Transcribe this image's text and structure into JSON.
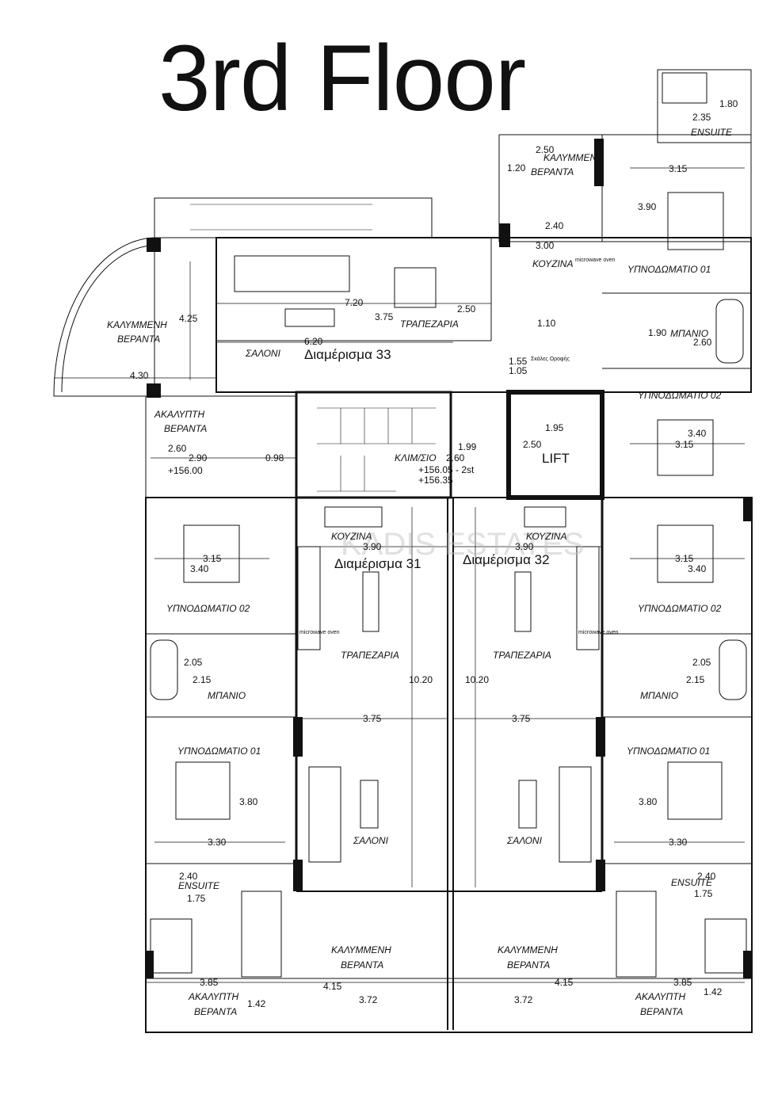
{
  "title": "3rd Floor",
  "apartments": {
    "a33": "Διαμέρισμα 33",
    "a31": "Διαμέρισμα 31",
    "a32": "Διαμέρισμα 32"
  },
  "rooms": {
    "kal_ver_left": "ΚΑΛΥΜΜΕΝΗ",
    "kal_ver_left2": "ΒΕΡΑΝΤΑ",
    "kal_ver_top": "ΚΑΛΥΜΜΕΝΗ",
    "kal_ver_top2": "ΒΕΡΑΝΤΑ",
    "ensuite_top": "ENSUITE",
    "kouzina_33": "ΚΟΥΖΙΝΑ",
    "trapezaria_33": "ΤΡΑΠΕΖΑΡΙΑ",
    "saloni_33": "ΣΑΛΟΝΙ",
    "ypno01_33": "ΥΠΝΟΔΩΜΑΤΙΟ 01",
    "mpanio_33": "ΜΠΑΝΙΟ",
    "ypno02_33": "ΥΠΝΟΔΩΜΑΤΙΟ 02",
    "akal_ver_left": "ΑΚΑΛΥΠΤΗ",
    "akal_ver_left2": "ΒΕΡΑΝΤΑ",
    "klimakio": "ΚΛΙΜ/ΣΙΟ",
    "lift": "LIFT",
    "skales": "Σκάλες Οροφής",
    "kouzina_31": "ΚΟΥΖΙΝΑ",
    "kouzina_32": "ΚΟΥΖΙΝΑ",
    "ypno02_31": "ΥΠΝΟΔΩΜΑΤΙΟ 02",
    "ypno02_32": "ΥΠΝΟΔΩΜΑΤΙΟ 02",
    "trapezaria_31": "ΤΡΑΠΕΖΑΡΙΑ",
    "trapezaria_32": "ΤΡΑΠΕΖΑΡΙΑ",
    "mpanio_31": "ΜΠΑΝΙΟ",
    "mpanio_32": "ΜΠΑΝΙΟ",
    "ypno01_31": "ΥΠΝΟΔΩΜΑΤΙΟ 01",
    "ypno01_32": "ΥΠΝΟΔΩΜΑΤΙΟ 01",
    "saloni_31": "ΣΑΛΟΝΙ",
    "saloni_32": "ΣΑΛΟΝΙ",
    "ensuite_31": "ENSUITE",
    "ensuite_32": "ENSUITE",
    "kal_ver_31": "ΚΑΛΥΜΜΕΝΗ",
    "kal_ver_31b": "ΒΕΡΑΝΤΑ",
    "kal_ver_32": "ΚΑΛΥΜΜΕΝΗ",
    "kal_ver_32b": "ΒΕΡΑΝΤΑ",
    "akal_ver_31": "ΑΚΑΛΥΠΤΗ",
    "akal_ver_31b": "ΒΕΡΑΝΤΑ",
    "akal_ver_32": "ΑΚΑΛΥΠΤΗ",
    "akal_ver_32b": "ΒΕΡΑΝΤΑ"
  },
  "dims": {
    "d_180": "1.80",
    "d_235": "2.35",
    "d_250a": "2.50",
    "d_120": "1.20",
    "d_315a": "3.15",
    "d_390": "3.90",
    "d_240a": "2.40",
    "d_300": "3.00",
    "d_425": "4.25",
    "d_720": "7.20",
    "d_375a": "3.75",
    "d_250b": "2.50",
    "d_110": "1.10",
    "d_190": "1.90",
    "d_260a": "2.60",
    "d_620": "6.20",
    "d_155": "1.55",
    "d_105": "1.05",
    "d_430": "4.30",
    "d_199": "1.99",
    "d_195": "1.95",
    "d_250c": "2.50",
    "d_340a": "3.40",
    "d_315b": "3.15",
    "d_260b": "2.60",
    "d_290": "2.90",
    "d_098": "0.98",
    "d_260c": "2.60",
    "d_elev1": "+156.00",
    "d_elev2": "+156.05 - 2st",
    "d_elev3": "+156.35",
    "d_315c": "3.15",
    "d_340b": "3.40",
    "d_390b": "3.90",
    "d_390c": "3.90",
    "d_315d": "3.15",
    "d_340c": "3.40",
    "d_205a": "2.05",
    "d_215a": "2.15",
    "d_205b": "2.05",
    "d_215b": "2.15",
    "d_1020a": "10.20",
    "d_1020b": "10.20",
    "d_375b": "3.75",
    "d_375c": "3.75",
    "d_380a": "3.80",
    "d_380b": "3.80",
    "d_330a": "3.30",
    "d_330b": "3.30",
    "d_240b": "2.40",
    "d_175a": "1.75",
    "d_240c": "2.40",
    "d_175b": "1.75",
    "d_385a": "3.85",
    "d_415a": "4.15",
    "d_415b": "4.15",
    "d_385b": "3.85",
    "d_142a": "1.42",
    "d_142b": "1.42",
    "d_372a": "3.72",
    "d_372b": "3.72"
  },
  "watermark": "KADIS ESTATES",
  "labels": {
    "microwave": "microwave oven"
  }
}
